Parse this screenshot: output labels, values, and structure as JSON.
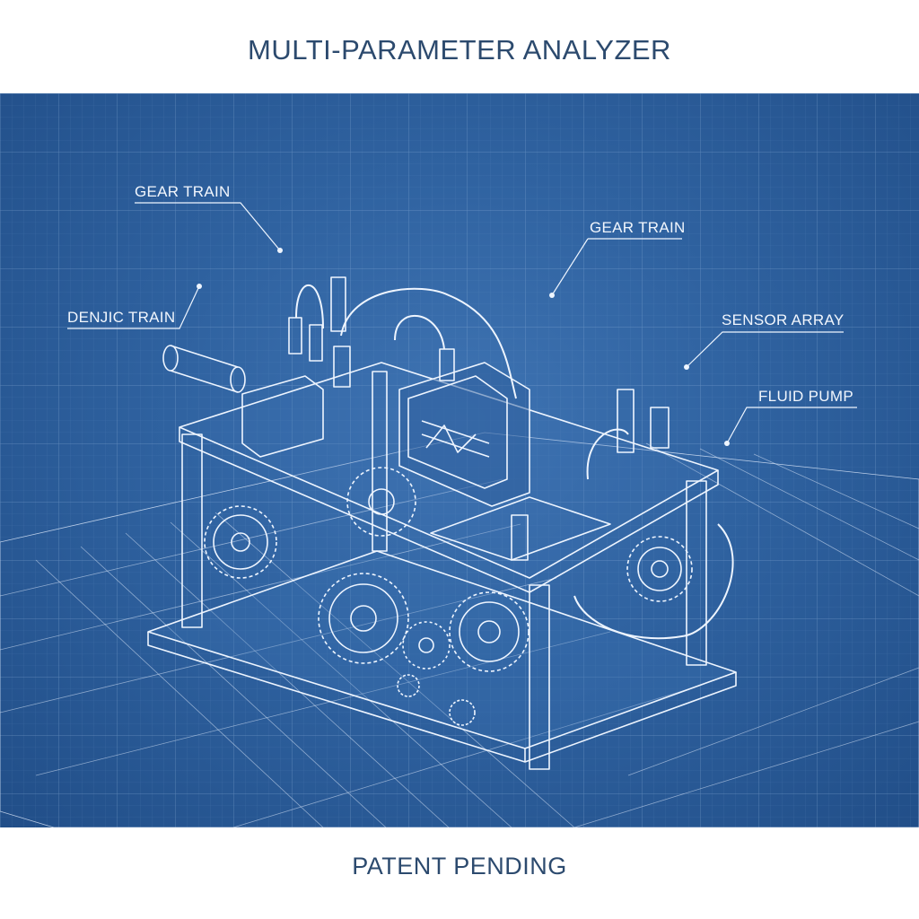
{
  "title": "MULTI-PARAMETER ANALYZER",
  "footer": "PATENT PENDING",
  "colors": {
    "background": "#ffffff",
    "blueprint": "#2f62a0",
    "line": "#e8f1fc",
    "title_text": "#2c4a6e"
  },
  "callouts": {
    "gear_train_left": "GEAR TRAIN",
    "gear_train_right": "GEAR TRAIN",
    "denjic_train": "DENJIC TRAIN",
    "sensor_array": "SENSOR ARRAY",
    "fluid_pump": "FLUID PUMP"
  }
}
